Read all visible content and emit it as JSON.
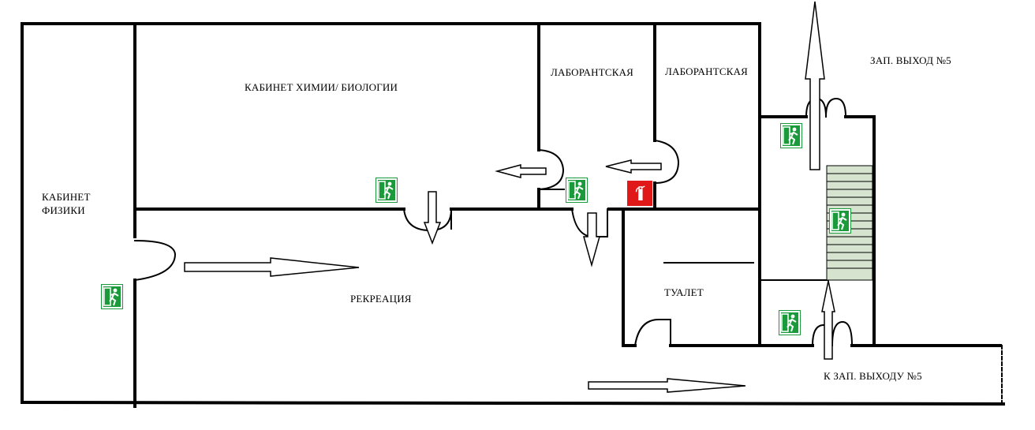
{
  "rooms": {
    "physics": "КАБИНЕТ\nФИЗИКИ",
    "chemistry": "КАБИНЕТ ХИМИИ/ БИОЛОГИИ",
    "lab1": "ЛАБОРАНТСКАЯ",
    "lab2": "ЛАБОРАНТСКАЯ",
    "recreation": "РЕКРЕАЦИЯ",
    "toilet": "ТУАЛЕТ",
    "exit5": "ЗАП. ВЫХОД №5",
    "to_exit5": "К ЗАП. ВЫХОДУ №5"
  },
  "icons": {
    "exit_sign": "running-man-exit-icon",
    "extinguisher": "fire-extinguisher-icon",
    "sign_color": "#1a9a3a",
    "extinguisher_color": "#e01818"
  }
}
